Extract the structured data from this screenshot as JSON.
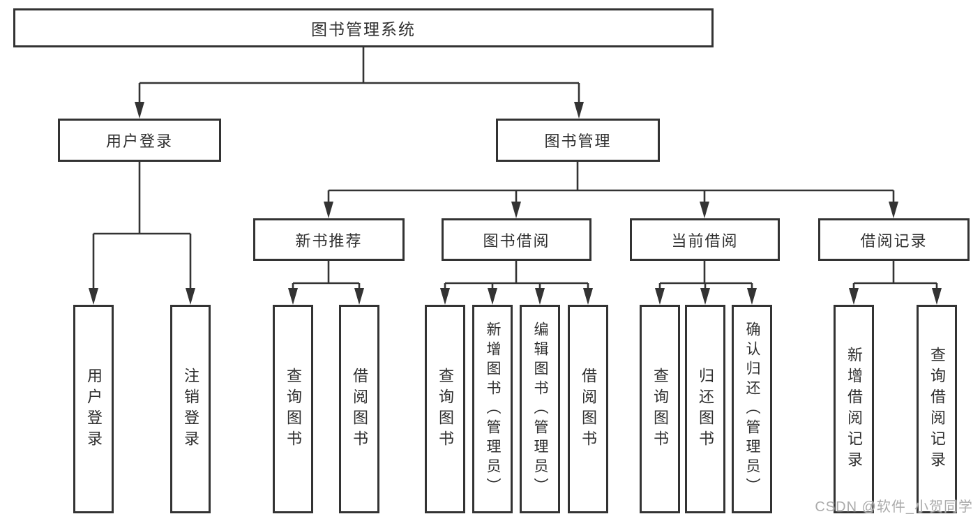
{
  "tree": {
    "root": {
      "label": "图书管理系统"
    },
    "branches": [
      {
        "label": "用户登录",
        "children": [
          {
            "label": "用户登录"
          },
          {
            "label": "注销登录"
          }
        ]
      },
      {
        "label": "图书管理",
        "children": [
          {
            "label": "新书推荐",
            "children": [
              {
                "label": "查询图书"
              },
              {
                "label": "借阅图书"
              }
            ]
          },
          {
            "label": "图书借阅",
            "children": [
              {
                "label": "查询图书"
              },
              {
                "label": "新增图书（管理员）"
              },
              {
                "label": "编辑图书（管理员）"
              },
              {
                "label": "借阅图书"
              }
            ]
          },
          {
            "label": "当前借阅",
            "children": [
              {
                "label": "查询图书"
              },
              {
                "label": "归还图书"
              },
              {
                "label": "确认归还（管理员）"
              }
            ]
          },
          {
            "label": "借阅记录",
            "children": [
              {
                "label": "新增借阅记录"
              },
              {
                "label": "查询借阅记录"
              }
            ]
          }
        ]
      }
    ]
  },
  "watermark": {
    "text": "CSDN @软件_小贺同学"
  },
  "colors": {
    "line": "#333333",
    "box_border": "#333333",
    "text": "#2f2f2f",
    "watermark": "#ababab",
    "background": "#ffffff"
  }
}
